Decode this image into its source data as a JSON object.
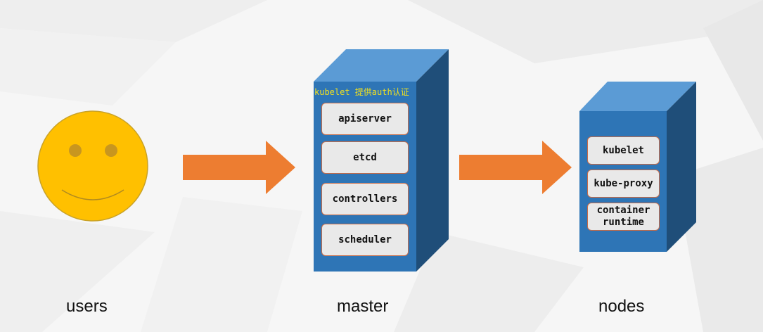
{
  "actors": {
    "users_label": "users",
    "master_label": "master",
    "nodes_label": "nodes"
  },
  "master": {
    "note": "kubelet 提供auth认证",
    "components": [
      "apiserver",
      "etcd",
      "controllers",
      "scheduler"
    ]
  },
  "nodes": {
    "components": [
      "kubelet",
      "kube-proxy",
      "container\nruntime"
    ]
  },
  "colors": {
    "box_front": "#2e75b6",
    "box_top": "#5b9bd5",
    "box_side": "#1f4e79",
    "arrow": "#ed7d31",
    "face": "#ffc000",
    "component_border": "#c86a45",
    "note_text": "#f0e020"
  }
}
